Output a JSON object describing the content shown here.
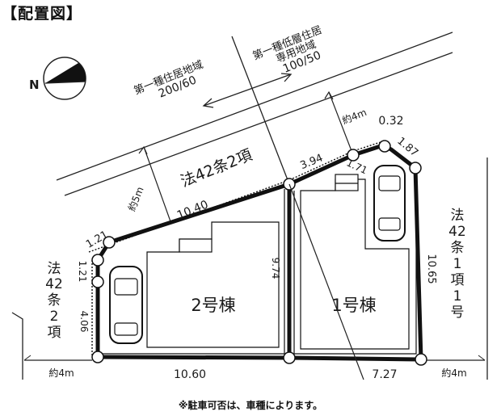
{
  "title": "【配置図】",
  "compass": {
    "label": "N"
  },
  "zones": {
    "left": {
      "name": "第一種住居地域",
      "ratio": "200/60"
    },
    "right": {
      "name_line1": "第一種低層住居",
      "name_line2": "専用地域",
      "ratio": "100/50"
    }
  },
  "roads": {
    "top": {
      "law": "法42条2項",
      "width_left": "約5m",
      "width_right": "約4m"
    },
    "left": {
      "law": [
        "法",
        "42",
        "条",
        "2",
        "項"
      ],
      "width": "約4m"
    },
    "right": {
      "law": [
        "法",
        "42",
        "条",
        "1",
        "項",
        "1",
        "号"
      ],
      "width": "約4m"
    }
  },
  "dimensions": {
    "top_left_segment": "10.40",
    "top_mid_segment": "3.94",
    "corner_cut_a": "0.32",
    "corner_cut_b": "1.87",
    "corner_inner": "1.71",
    "left_cut_top": "1.21",
    "left_cut_side": "1.21",
    "left_side": "4.06",
    "shared_boundary": "9.74",
    "right_side": "10.65",
    "bottom_left": "10.60",
    "bottom_right": "7.27"
  },
  "buildings": [
    {
      "label": "2号棟"
    },
    {
      "label": "1号棟"
    }
  ],
  "footnote": "※駐車可否は、車種によります。"
}
